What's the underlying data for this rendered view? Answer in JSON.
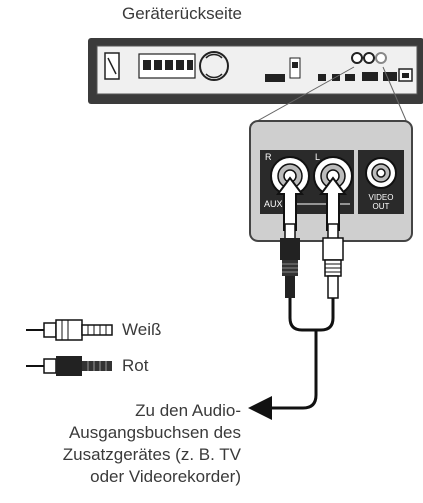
{
  "title": "Geräterückseite",
  "panel": {
    "jack_r": "R",
    "jack_l": "L",
    "aux": "AUX",
    "video_line1": "VIDEO",
    "video_line2": "OUT"
  },
  "legend": [
    {
      "label": "Weiß",
      "color": "#ffffff"
    },
    {
      "label": "Rot",
      "color": "#222222"
    }
  ],
  "destination": {
    "lines": [
      "Zu den Audio-",
      "Ausgangsbuchsen des",
      "Zusatzgerätes (z. B. TV",
      "oder Videorekorder)"
    ]
  }
}
